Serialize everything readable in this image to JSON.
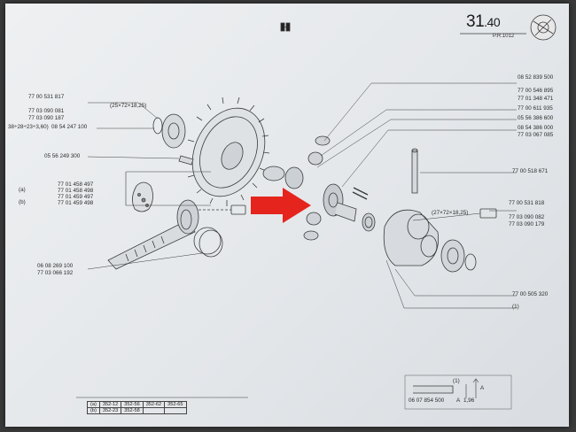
{
  "page": {
    "number": "31",
    "number_decimal": ".40",
    "pr_ref": "P.R.1012",
    "arrow_color": "#e5241d"
  },
  "left_group": {
    "bearing_refs": [
      "77 00 531 817",
      "77 03 090 081",
      "77 03 090 187"
    ],
    "bearing_dims": "(25×72×18,25)",
    "shim_ref": "08 54 247 100",
    "shim_dims": "38÷28÷23÷3,60)",
    "bolt_ref": "05 56 249 300",
    "pinion_refs_a": [
      "77 01 458 497",
      "77 01 458 498"
    ],
    "pinion_refs_b": [
      "77 01 459 497",
      "77 01 459 498"
    ],
    "label_a": "(a)",
    "label_b": "(b)",
    "circlip_refs": [
      "06 08 269 100",
      "77 03 066 192"
    ]
  },
  "right_group": {
    "top_refs": [
      "08 52 839 500",
      "77 00 546 895",
      "77 01 348 471",
      "77 00 611 935",
      "05 56 386 600",
      "08 54 386 000",
      "77 03 067 085"
    ],
    "shaft_ref": "77 00 518 671",
    "bearing_refs": [
      "77 00 531 818",
      "77 03 090 082",
      "77 03 090 179"
    ],
    "bearing_dims": "(27×72×18,25)",
    "housing_ref": "77 00 505 320",
    "note_1": "(1)"
  },
  "footer": {
    "rows": [
      {
        "label": "(a)",
        "cells": [
          "352-12",
          "352-56",
          "352-62",
          "352-65"
        ]
      },
      {
        "label": "(b)",
        "cells": [
          "352-23",
          "352-58"
        ]
      }
    ],
    "shim_ref": "06 07 854 500",
    "shim_a": "A",
    "shim_value": "1,96",
    "note_1": "(1)"
  }
}
